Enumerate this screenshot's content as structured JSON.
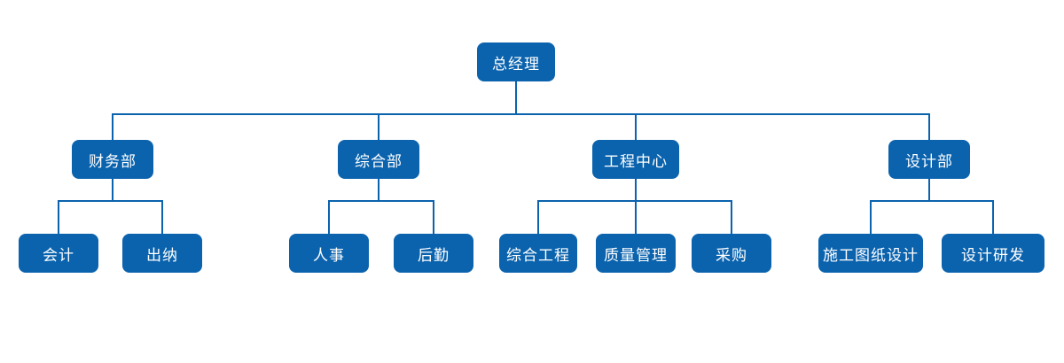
{
  "org_chart": {
    "root": {
      "label": "总经理",
      "children": [
        {
          "label": "财务部",
          "children": [
            {
              "label": "会计"
            },
            {
              "label": "出纳"
            }
          ]
        },
        {
          "label": "综合部",
          "children": [
            {
              "label": "人事"
            },
            {
              "label": "后勤"
            }
          ]
        },
        {
          "label": "工程中心",
          "children": [
            {
              "label": "综合工程"
            },
            {
              "label": "质量管理"
            },
            {
              "label": "采购"
            }
          ]
        },
        {
          "label": "设计部",
          "children": [
            {
              "label": "施工图纸设计"
            },
            {
              "label": "设计研发"
            }
          ]
        }
      ]
    },
    "colors": {
      "node_fill": "#0B63AE",
      "node_text": "#FFFFFF",
      "connector_line": "#0B63AE",
      "background": "#FFFFFF"
    }
  }
}
